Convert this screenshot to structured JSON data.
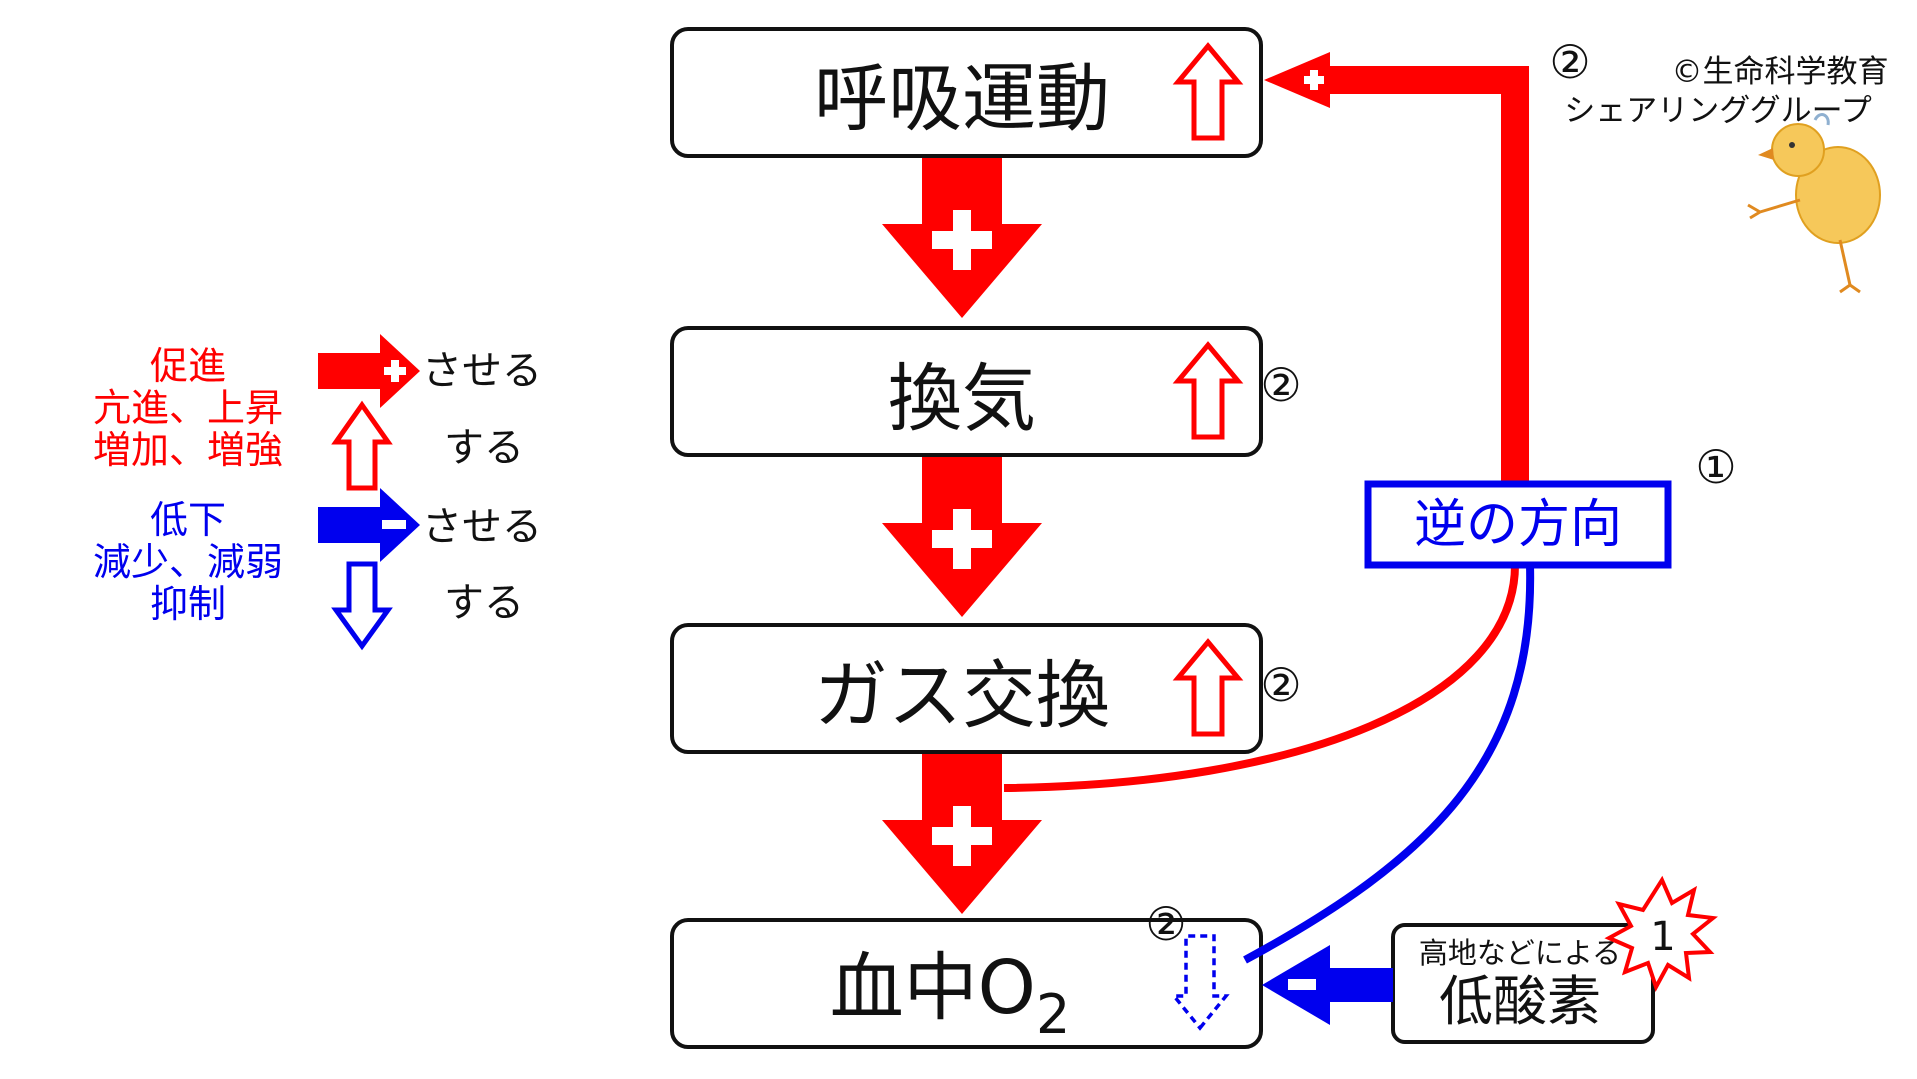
{
  "boxes": {
    "respiration": "呼吸運動",
    "ventilation": "換気",
    "gas_exchange": "ガス交換",
    "blood_o2_main": "血中O",
    "blood_o2_sub": "2",
    "reverse": "逆の方向",
    "hypoxia_top": "高地などによる",
    "hypoxia_main": "低酸素"
  },
  "markers": {
    "one": "①",
    "two": "②",
    "star_one": "1"
  },
  "copyright": {
    "line1": "©生命科学教育",
    "line2": "シェアリンググループ"
  },
  "legend": {
    "promote_lines": [
      "促進",
      "亢進、上昇",
      "増加、増強"
    ],
    "suppress_lines": [
      "低下",
      "減少、減弱",
      "抑制"
    ],
    "make_label": "させる",
    "do_label": "する"
  },
  "colors": {
    "red": "#ff0000",
    "blue": "#0000ee",
    "black": "#111111"
  },
  "icons": {
    "up": "up-arrow-icon",
    "down": "down-arrow-icon",
    "plus": "plus-icon",
    "minus": "minus-icon"
  }
}
